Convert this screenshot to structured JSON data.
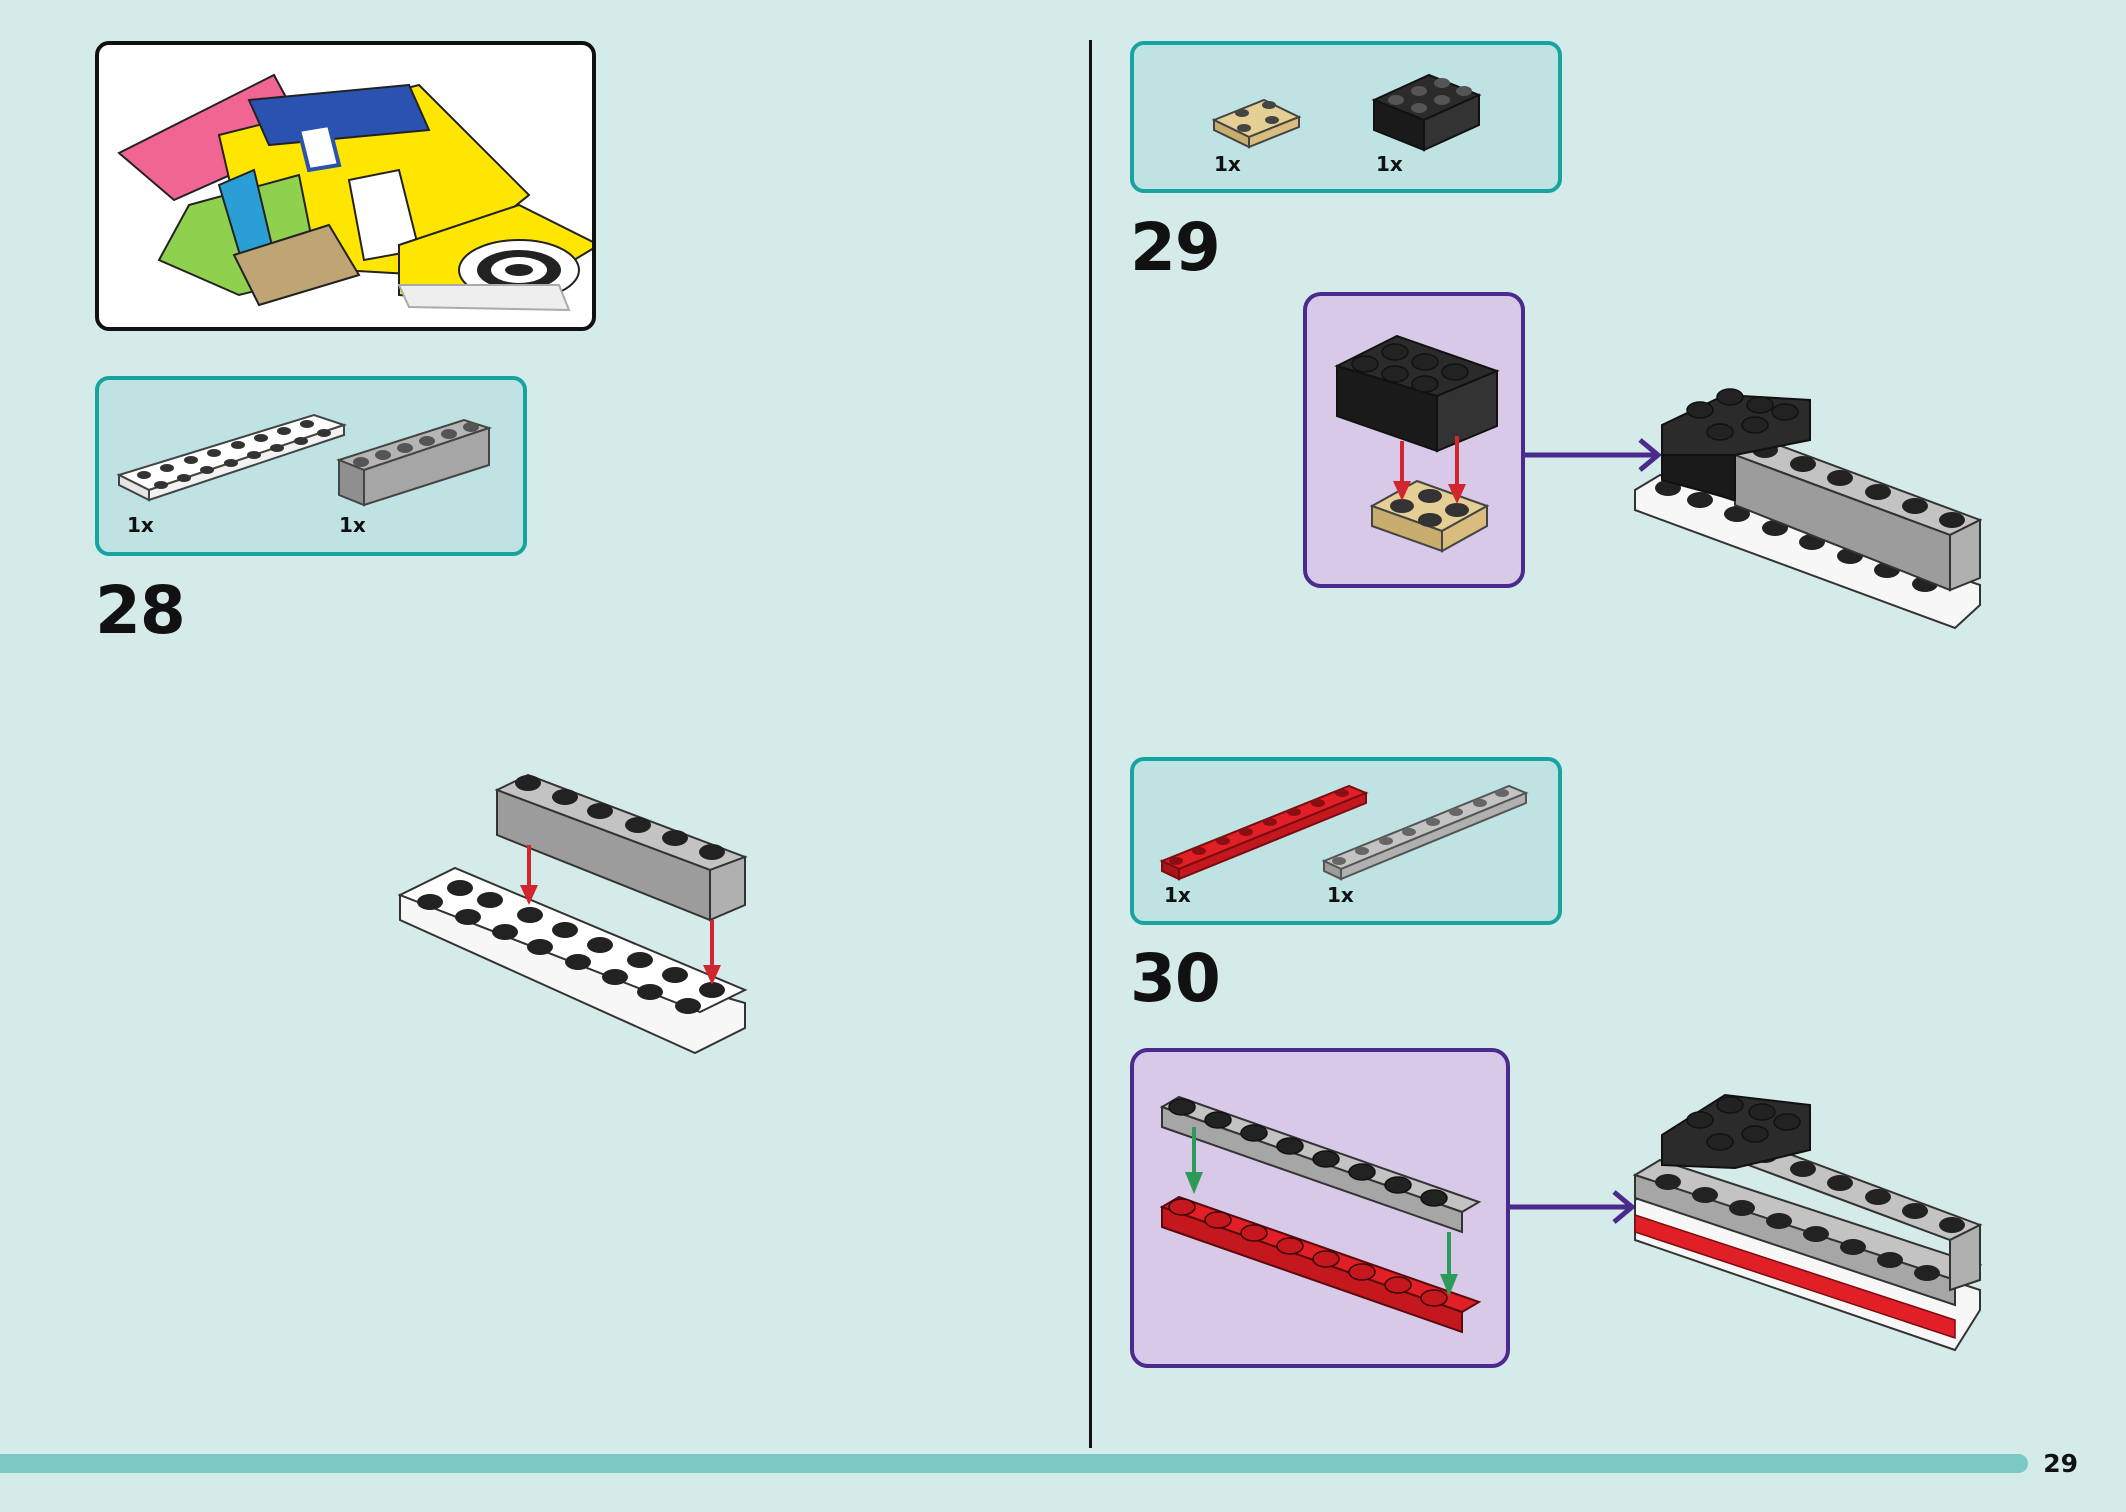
{
  "page_number": "29",
  "steps": [
    {
      "number": "28",
      "parts": [
        {
          "qty": "1x"
        },
        {
          "qty": "1x"
        }
      ]
    },
    {
      "number": "29",
      "parts": [
        {
          "qty": "1x"
        },
        {
          "qty": "1x"
        }
      ]
    },
    {
      "number": "30",
      "parts": [
        {
          "qty": "1x"
        },
        {
          "qty": "1x"
        }
      ]
    }
  ],
  "colors": {
    "background": "#d5ebea",
    "parts_box": "#bfe3e2",
    "parts_border": "#17a4a1",
    "subassembly_box": "#d8c9e8",
    "subassembly_border": "#4b2a8e",
    "arrow_red": "#d2262f",
    "arrow_green": "#2e9a5a",
    "progress": "#7cc8c4"
  }
}
